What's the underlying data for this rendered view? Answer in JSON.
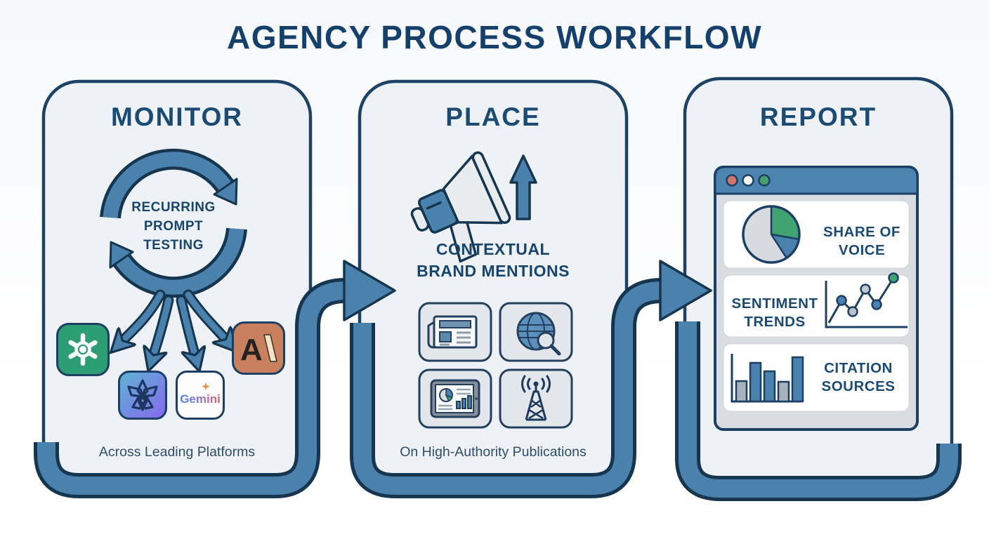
{
  "title": "AGENCY PROCESS WORKFLOW",
  "panels": {
    "monitor": {
      "title": "MONITOR",
      "cycle_label": [
        "RECURRING",
        "PROMPT",
        "TESTING"
      ],
      "caption": "Across Leading Platforms",
      "platforms": {
        "openai_name": "openai",
        "ai_star_name": "ai-star",
        "gemini_label": "Gemini",
        "anthropic_letter": "A"
      }
    },
    "place": {
      "title": "PLACE",
      "heading": [
        "CONTEXTUAL",
        "BRAND MENTIONS"
      ],
      "caption": "On High-Authority Publications",
      "tiles": [
        "newspaper",
        "globe-search",
        "tablet-analytics",
        "broadcast-tower"
      ]
    },
    "report": {
      "title": "REPORT",
      "browser": {
        "traffic_lights": [
          "red",
          "white",
          "green"
        ]
      },
      "cards": [
        {
          "label": "SHARE OF VOICE",
          "chart": "pie"
        },
        {
          "label": "SENTIMENT TRENDS",
          "chart": "line"
        },
        {
          "label": "CITATION SOURCES",
          "chart": "bar"
        }
      ]
    }
  },
  "report_chart_data": {
    "share_of_voice_pie": {
      "type": "pie",
      "slices": [
        {
          "name": "green",
          "percent": 28,
          "color": "#3fa372"
        },
        {
          "name": "blue",
          "percent": 13,
          "color": "#4a81ad"
        },
        {
          "name": "gray",
          "percent": 59,
          "color": "#d7dbdf"
        }
      ]
    },
    "sentiment_trends_line": {
      "type": "line",
      "values_rel": [
        30,
        62,
        46,
        78,
        56,
        94
      ],
      "point_colors": [
        "blue",
        "gray",
        "gray",
        "blue",
        "green"
      ]
    },
    "citation_sources_bar": {
      "type": "bar",
      "values_rel": [
        29,
        55,
        43,
        28,
        63
      ],
      "bar_colors": [
        "gray",
        "blue",
        "blue",
        "gray",
        "blue"
      ]
    }
  },
  "colors": {
    "navy_text": "#17456e",
    "outline": "#16354f",
    "ribbon_blue": "#4a81ad",
    "panel_fill": "#eef2f7",
    "green": "#3fa372",
    "gray": "#b9c0c8",
    "openai_green": "#2d9e74",
    "anthropic_terracotta": "#c9805e"
  }
}
